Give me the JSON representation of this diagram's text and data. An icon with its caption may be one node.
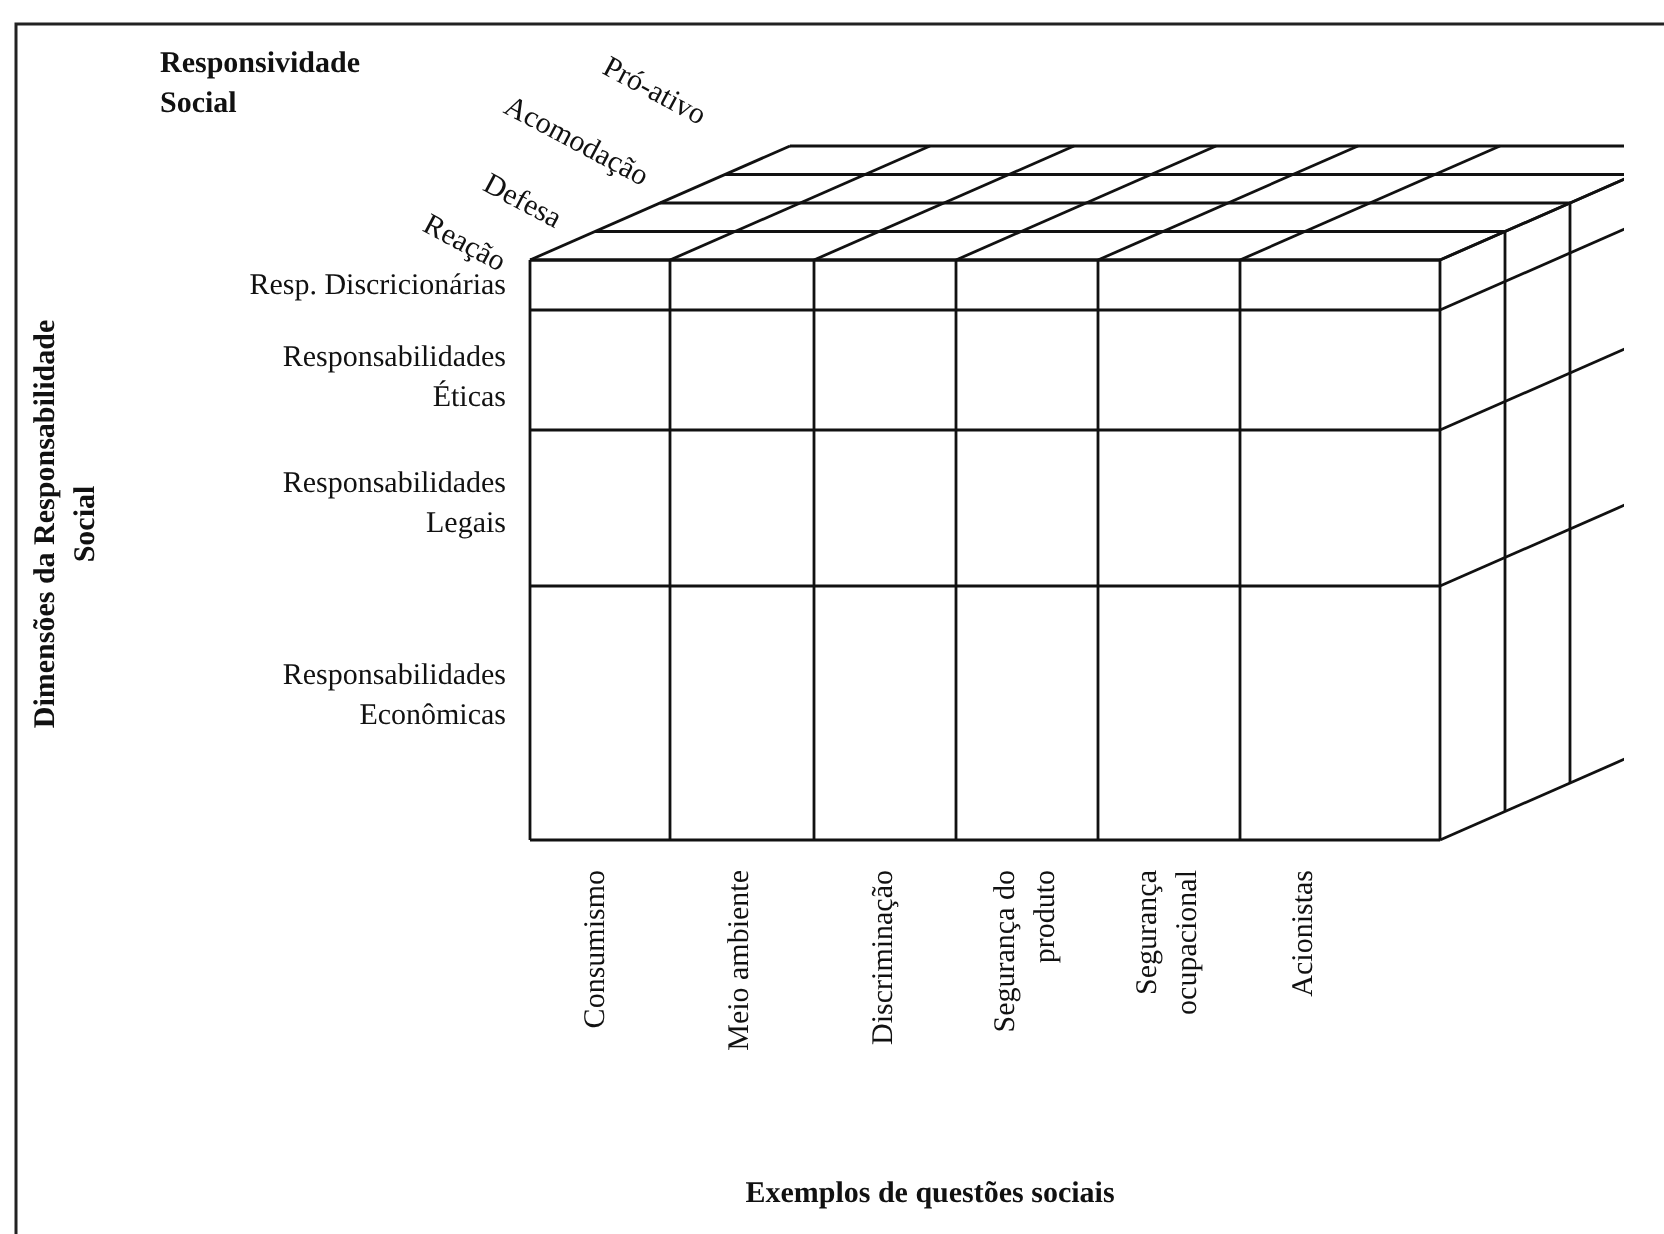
{
  "diagram": {
    "labels": [
      "Responsividade Social",
      "Pró-ativo",
      "Acomodação",
      "Defesa",
      "Reação",
      "Dimensões da Responsabilidade Social",
      "Resp. Discricionárias",
      "Responsabilidades Éticas",
      "Responsabilidades Legais",
      "Responsabilidades Econômicas",
      "Consumismo",
      "Meio ambiente",
      "Discriminação",
      "Segurança do produto",
      "Segurança ocupacional",
      "Acionistas",
      "Exemplos de questões sociais"
    ]
  }
}
